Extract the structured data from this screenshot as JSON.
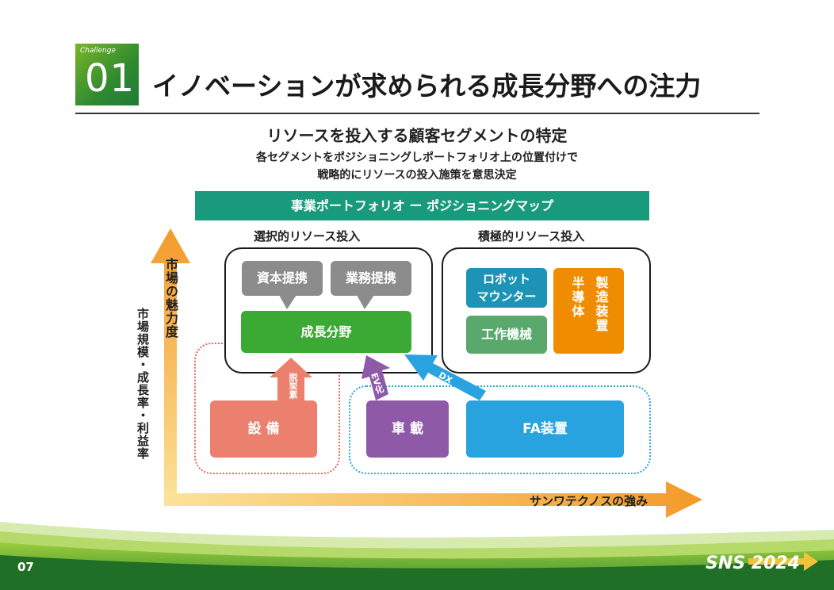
{
  "header": {
    "challenge_label": "Challenge",
    "challenge_number": "01",
    "title": "イノベーションが求められる成長分野への注力"
  },
  "subtitle": "リソースを投入する顧客セグメントの特定",
  "description": [
    "各セグメントをポジショニングしポートフォリオ上の位置付けで",
    "戦略的にリソースの投入施策を意思決定"
  ],
  "map": {
    "banner": "事業ポートフォリオ ー ポジショニングマップ",
    "left_section": "選択的リソース投入",
    "right_section": "積極的リソース投入",
    "bubbles": [
      "資本提携",
      "業務提携"
    ],
    "growth_box": "成長分野",
    "robot_box": [
      "ロボット",
      "マウンター"
    ],
    "machine_box": "工作機械",
    "semiconductor_box": "製造装置",
    "semiconductor_col": "半導体",
    "bottom_boxes": [
      "設 備",
      "車 載",
      "FA装置"
    ],
    "arrow_labels": [
      "脱炭素",
      "EV化",
      "DX"
    ],
    "y_axis_main": "市場の魅力度",
    "y_axis_sub": "市場規模・成長率・利益率",
    "x_axis": "サンワテクノスの強み"
  },
  "colors": {
    "green_header": "#1a9a7c",
    "growth_green": "#3aaa35",
    "salmon": "#ea806d",
    "purple": "#8e5aa8",
    "blue": "#29a3e0",
    "teal": "#1d93b5",
    "machine_green": "#5aa86b",
    "orange": "#f08c00",
    "axis_orange": "#f2a33a"
  },
  "footer": {
    "page_number": "07",
    "logo": "SNS 2024"
  }
}
